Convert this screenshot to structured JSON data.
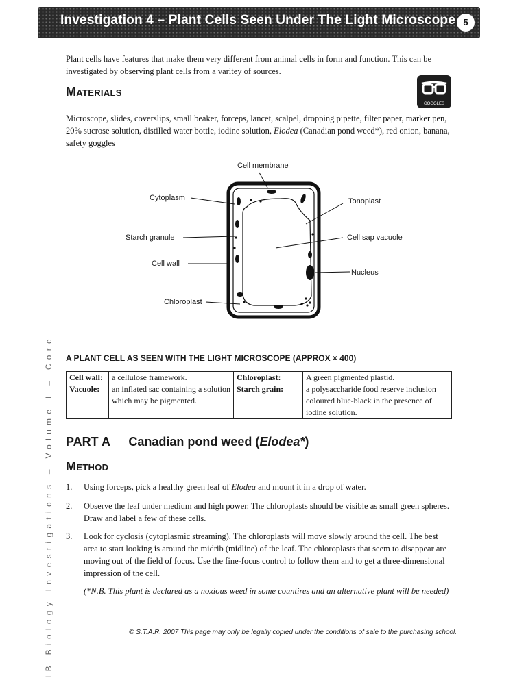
{
  "banner": {
    "title": "Investigation 4 – Plant Cells Seen Under The Light Microscope",
    "page_number": "5"
  },
  "spine": "IB Biology Investigations – Volume I – Core",
  "intro": "Plant cells have features that make them very different from animal cells in form and function. This can be investigated by observing plant cells from a varitey of sources.",
  "materials": {
    "heading": "Materials",
    "goggles_label": "GOGGLES",
    "list_part1": "Microscope, slides, coverslips, small beaker, forceps, lancet, scalpel, dropping pipette, filter paper, marker pen, 20% sucrose solution, distilled water bottle, iodine solution, ",
    "list_italic": "Elodea",
    "list_part2": " (Canadian pond weed*), red onion, banana, safety goggles"
  },
  "diagram": {
    "labels": {
      "cell_membrane": "Cell membrane",
      "cytoplasm": "Cytoplasm",
      "starch_granule": "Starch granule",
      "cell_wall": "Cell wall",
      "chloroplast": "Chloroplast",
      "tonoplast": "Tonoplast",
      "cell_sap_vacuole": "Cell sap vacuole",
      "nucleus": "Nucleus"
    },
    "caption": "A PLANT CELL AS SEEN WITH THE LIGHT MICROSCOPE (APPROX × 400)"
  },
  "definitions": [
    {
      "term": "Cell wall:",
      "desc": "a cellulose framework.",
      "term2": "Chloroplast:",
      "desc2": "A green pigmented plastid."
    },
    {
      "term": "Vacuole:",
      "desc": "an inflated sac containing a solution which may be pigmented.",
      "term2": "Starch grain:",
      "desc2": "a polysaccharide food reserve inclusion coloured blue-black in the presence of iodine solution."
    }
  ],
  "part_a": {
    "label": "PART A",
    "title_prefix": "Canadian pond weed (",
    "title_italic": "Elodea*",
    "title_suffix": ")"
  },
  "method": {
    "heading": "Method",
    "steps": [
      {
        "num": "1.",
        "pre": "Using forceps, pick a healthy green leaf of ",
        "italic": "Elodea",
        "post": " and mount it in a drop of water."
      },
      {
        "num": "2.",
        "text": "Observe the leaf under medium and high power. The chloroplasts should be visible as small green spheres. Draw and label a few of these cells."
      },
      {
        "num": "3.",
        "text": "Look for cyclosis (cytoplasmic streaming). The chloroplasts will move slowly around the cell. The best area to start looking is around the midrib (midline) of the leaf. The chloroplasts that seem to disappear are moving out of the field of focus. Use the fine-focus control to follow them and to get a three-dimensional impression of the cell."
      }
    ],
    "note": "(*N.B. This plant is declared as a noxious weed in some countires and an alternative plant will be needed)"
  },
  "footer": "© S.T.A.R. 2007 This page may only be legally copied under the conditions of sale to  the purchasing school."
}
